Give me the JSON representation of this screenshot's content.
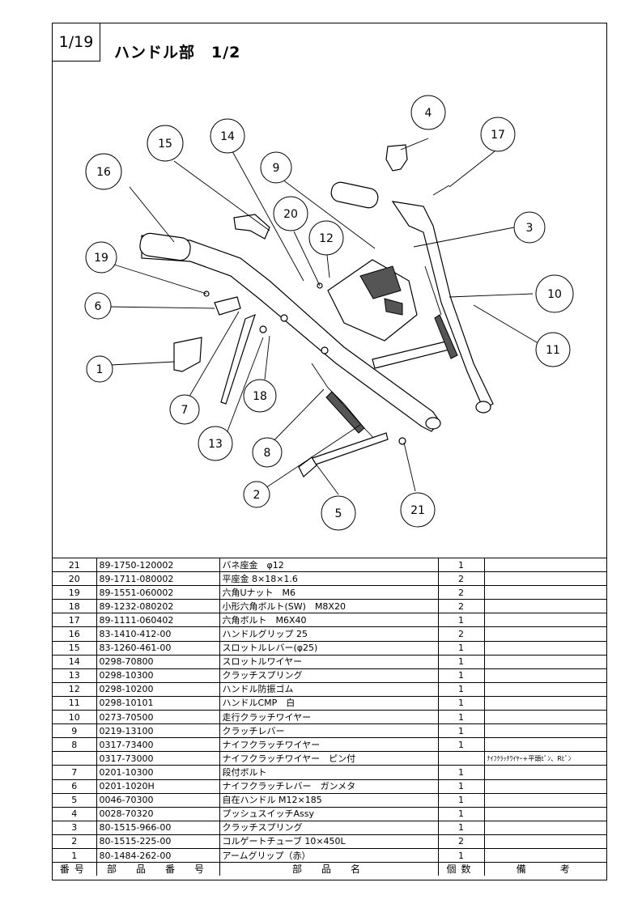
{
  "header": {
    "page_number": "1/19",
    "title": "ハンドル部　1/2"
  },
  "callouts": [
    "1",
    "2",
    "3",
    "4",
    "5",
    "6",
    "7",
    "8",
    "9",
    "10",
    "11",
    "12",
    "13",
    "14",
    "15",
    "16",
    "17",
    "18",
    "19",
    "20",
    "21"
  ],
  "parts_table": {
    "columns": [
      "番号",
      "部　品　番　号",
      "部　品　名",
      "個数",
      "備　　考"
    ],
    "rows": [
      {
        "no": "21",
        "part_no": "89-1750-120002",
        "name": "バネ座金　φ12",
        "qty": "1",
        "note": ""
      },
      {
        "no": "20",
        "part_no": "89-1711-080002",
        "name": "平座金 8×18×1.6",
        "qty": "2",
        "note": ""
      },
      {
        "no": "19",
        "part_no": "89-1551-060002",
        "name": "六角Uナット　M6",
        "qty": "2",
        "note": ""
      },
      {
        "no": "18",
        "part_no": "89-1232-080202",
        "name": "小形六角ボルト(SW)　M8X20",
        "qty": "2",
        "note": ""
      },
      {
        "no": "17",
        "part_no": "89-1111-060402",
        "name": "六角ボルト　M6X40",
        "qty": "1",
        "note": ""
      },
      {
        "no": "16",
        "part_no": "83-1410-412-00",
        "name": "ハンドルグリップ 25",
        "qty": "2",
        "note": ""
      },
      {
        "no": "15",
        "part_no": "83-1260-461-00",
        "name": "スロットルレバー(φ25)",
        "qty": "1",
        "note": ""
      },
      {
        "no": "14",
        "part_no": "0298-70800",
        "name": "スロットルワイヤー",
        "qty": "1",
        "note": ""
      },
      {
        "no": "13",
        "part_no": "0298-10300",
        "name": "クラッチスプリング",
        "qty": "1",
        "note": ""
      },
      {
        "no": "12",
        "part_no": "0298-10200",
        "name": "ハンドル防振ゴム",
        "qty": "1",
        "note": ""
      },
      {
        "no": "11",
        "part_no": "0298-10101",
        "name": "ハンドルCMP　白",
        "qty": "1",
        "note": ""
      },
      {
        "no": "10",
        "part_no": "0273-70500",
        "name": "走行クラッチワイヤー",
        "qty": "1",
        "note": ""
      },
      {
        "no": "9",
        "part_no": "0219-13100",
        "name": "クラッチレバー",
        "qty": "1",
        "note": ""
      },
      {
        "no": "8",
        "part_no": "0317-73400",
        "name": "ナイフクラッチワイヤー",
        "qty": "1",
        "note": ""
      },
      {
        "no": "",
        "part_no": "0317-73000",
        "name": "ナイフクラッチワイヤー　ピン付",
        "qty": "",
        "note": "ﾅｲﾌｸﾗｯﾁﾜｲﾔｰ+平頭ﾋﾟﾝ、Rﾋﾟﾝ"
      },
      {
        "no": "7",
        "part_no": "0201-10300",
        "name": "段付ボルト",
        "qty": "1",
        "note": ""
      },
      {
        "no": "6",
        "part_no": "0201-1020H",
        "name": "ナイフクラッチレバー　ガンメタ",
        "qty": "1",
        "note": ""
      },
      {
        "no": "5",
        "part_no": "0046-70300",
        "name": "自在ハンドル M12×185",
        "qty": "1",
        "note": ""
      },
      {
        "no": "4",
        "part_no": "0028-70320",
        "name": "プッシュスイッチAssy",
        "qty": "1",
        "note": ""
      },
      {
        "no": "3",
        "part_no": "80-1515-966-00",
        "name": "クラッチスプリング",
        "qty": "1",
        "note": ""
      },
      {
        "no": "2",
        "part_no": "80-1515-225-00",
        "name": "コルゲートチューブ 10×450L",
        "qty": "2",
        "note": ""
      },
      {
        "no": "1",
        "part_no": "80-1484-262-00",
        "name": "アームグリップ（赤）",
        "qty": "1",
        "note": ""
      }
    ]
  }
}
